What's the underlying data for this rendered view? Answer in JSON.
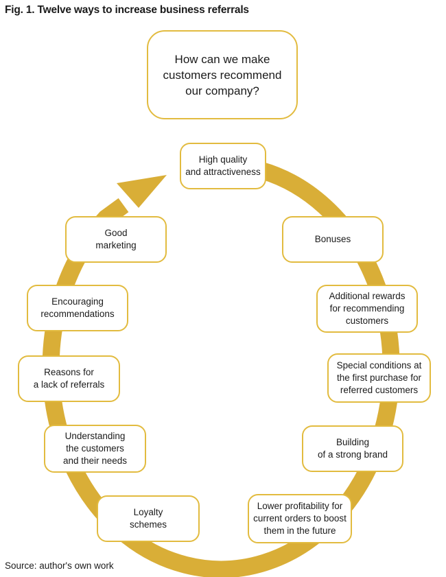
{
  "figure": {
    "title": "Fig. 1. Twelve ways to increase business referrals",
    "source": "Source: author's own work"
  },
  "colors": {
    "ring": "#d9ae37",
    "border": "#e2bb3f",
    "text": "#1a1a1a"
  },
  "question": "How can we make\ncustomers recommend\nour company?",
  "nodes": [
    "High quality\nand attractiveness",
    "Bonuses",
    "Additional rewards\nfor recommending\ncustomers",
    "Special conditions at\nthe first purchase for\nreferred customers",
    "Building\nof a strong brand",
    "Lower profitability for\ncurrent orders to boost\nthem in the future",
    "Loyalty\nschemes",
    "Understanding\nthe customers\nand their needs",
    "Reasons for\na lack of referrals",
    "Encouraging\nrecommendations",
    "Good\nmarketing"
  ]
}
